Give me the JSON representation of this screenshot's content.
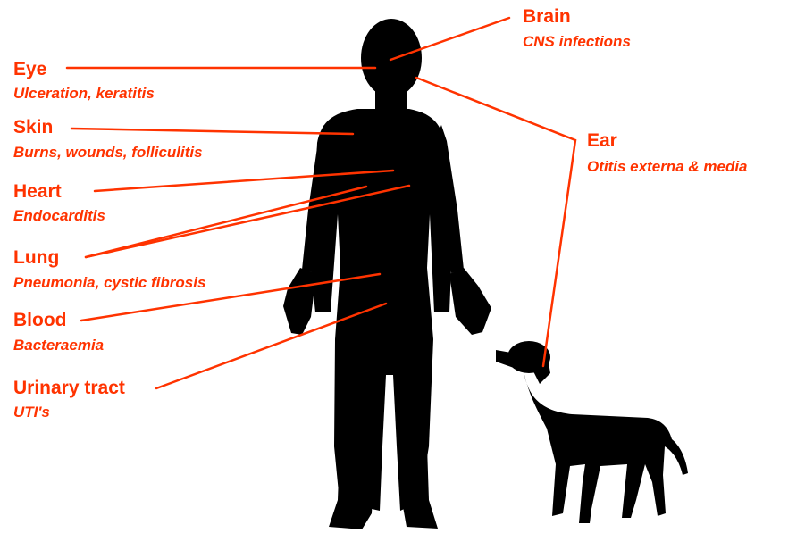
{
  "colors": {
    "accent": "#ff3300",
    "silhouette": "#000000",
    "background": "#ffffff"
  },
  "labels": {
    "brain": {
      "organ": "Brain",
      "disease": "CNS infections"
    },
    "eye": {
      "organ": "Eye",
      "disease": "Ulceration, keratitis"
    },
    "skin": {
      "organ": "Skin",
      "disease": "Burns, wounds, folliculitis"
    },
    "ear": {
      "organ": "Ear",
      "disease": "Otitis externa & media"
    },
    "heart": {
      "organ": "Heart",
      "disease": "Endocarditis"
    },
    "lung": {
      "organ": "Lung",
      "disease": "Pneumonia, cystic fibrosis"
    },
    "blood": {
      "organ": "Blood",
      "disease": "Bacteraemia"
    },
    "urinary": {
      "organ": "Urinary tract",
      "disease": "UTI's"
    }
  },
  "figures": {
    "human": "human-silhouette",
    "dog": "dog-silhouette"
  }
}
